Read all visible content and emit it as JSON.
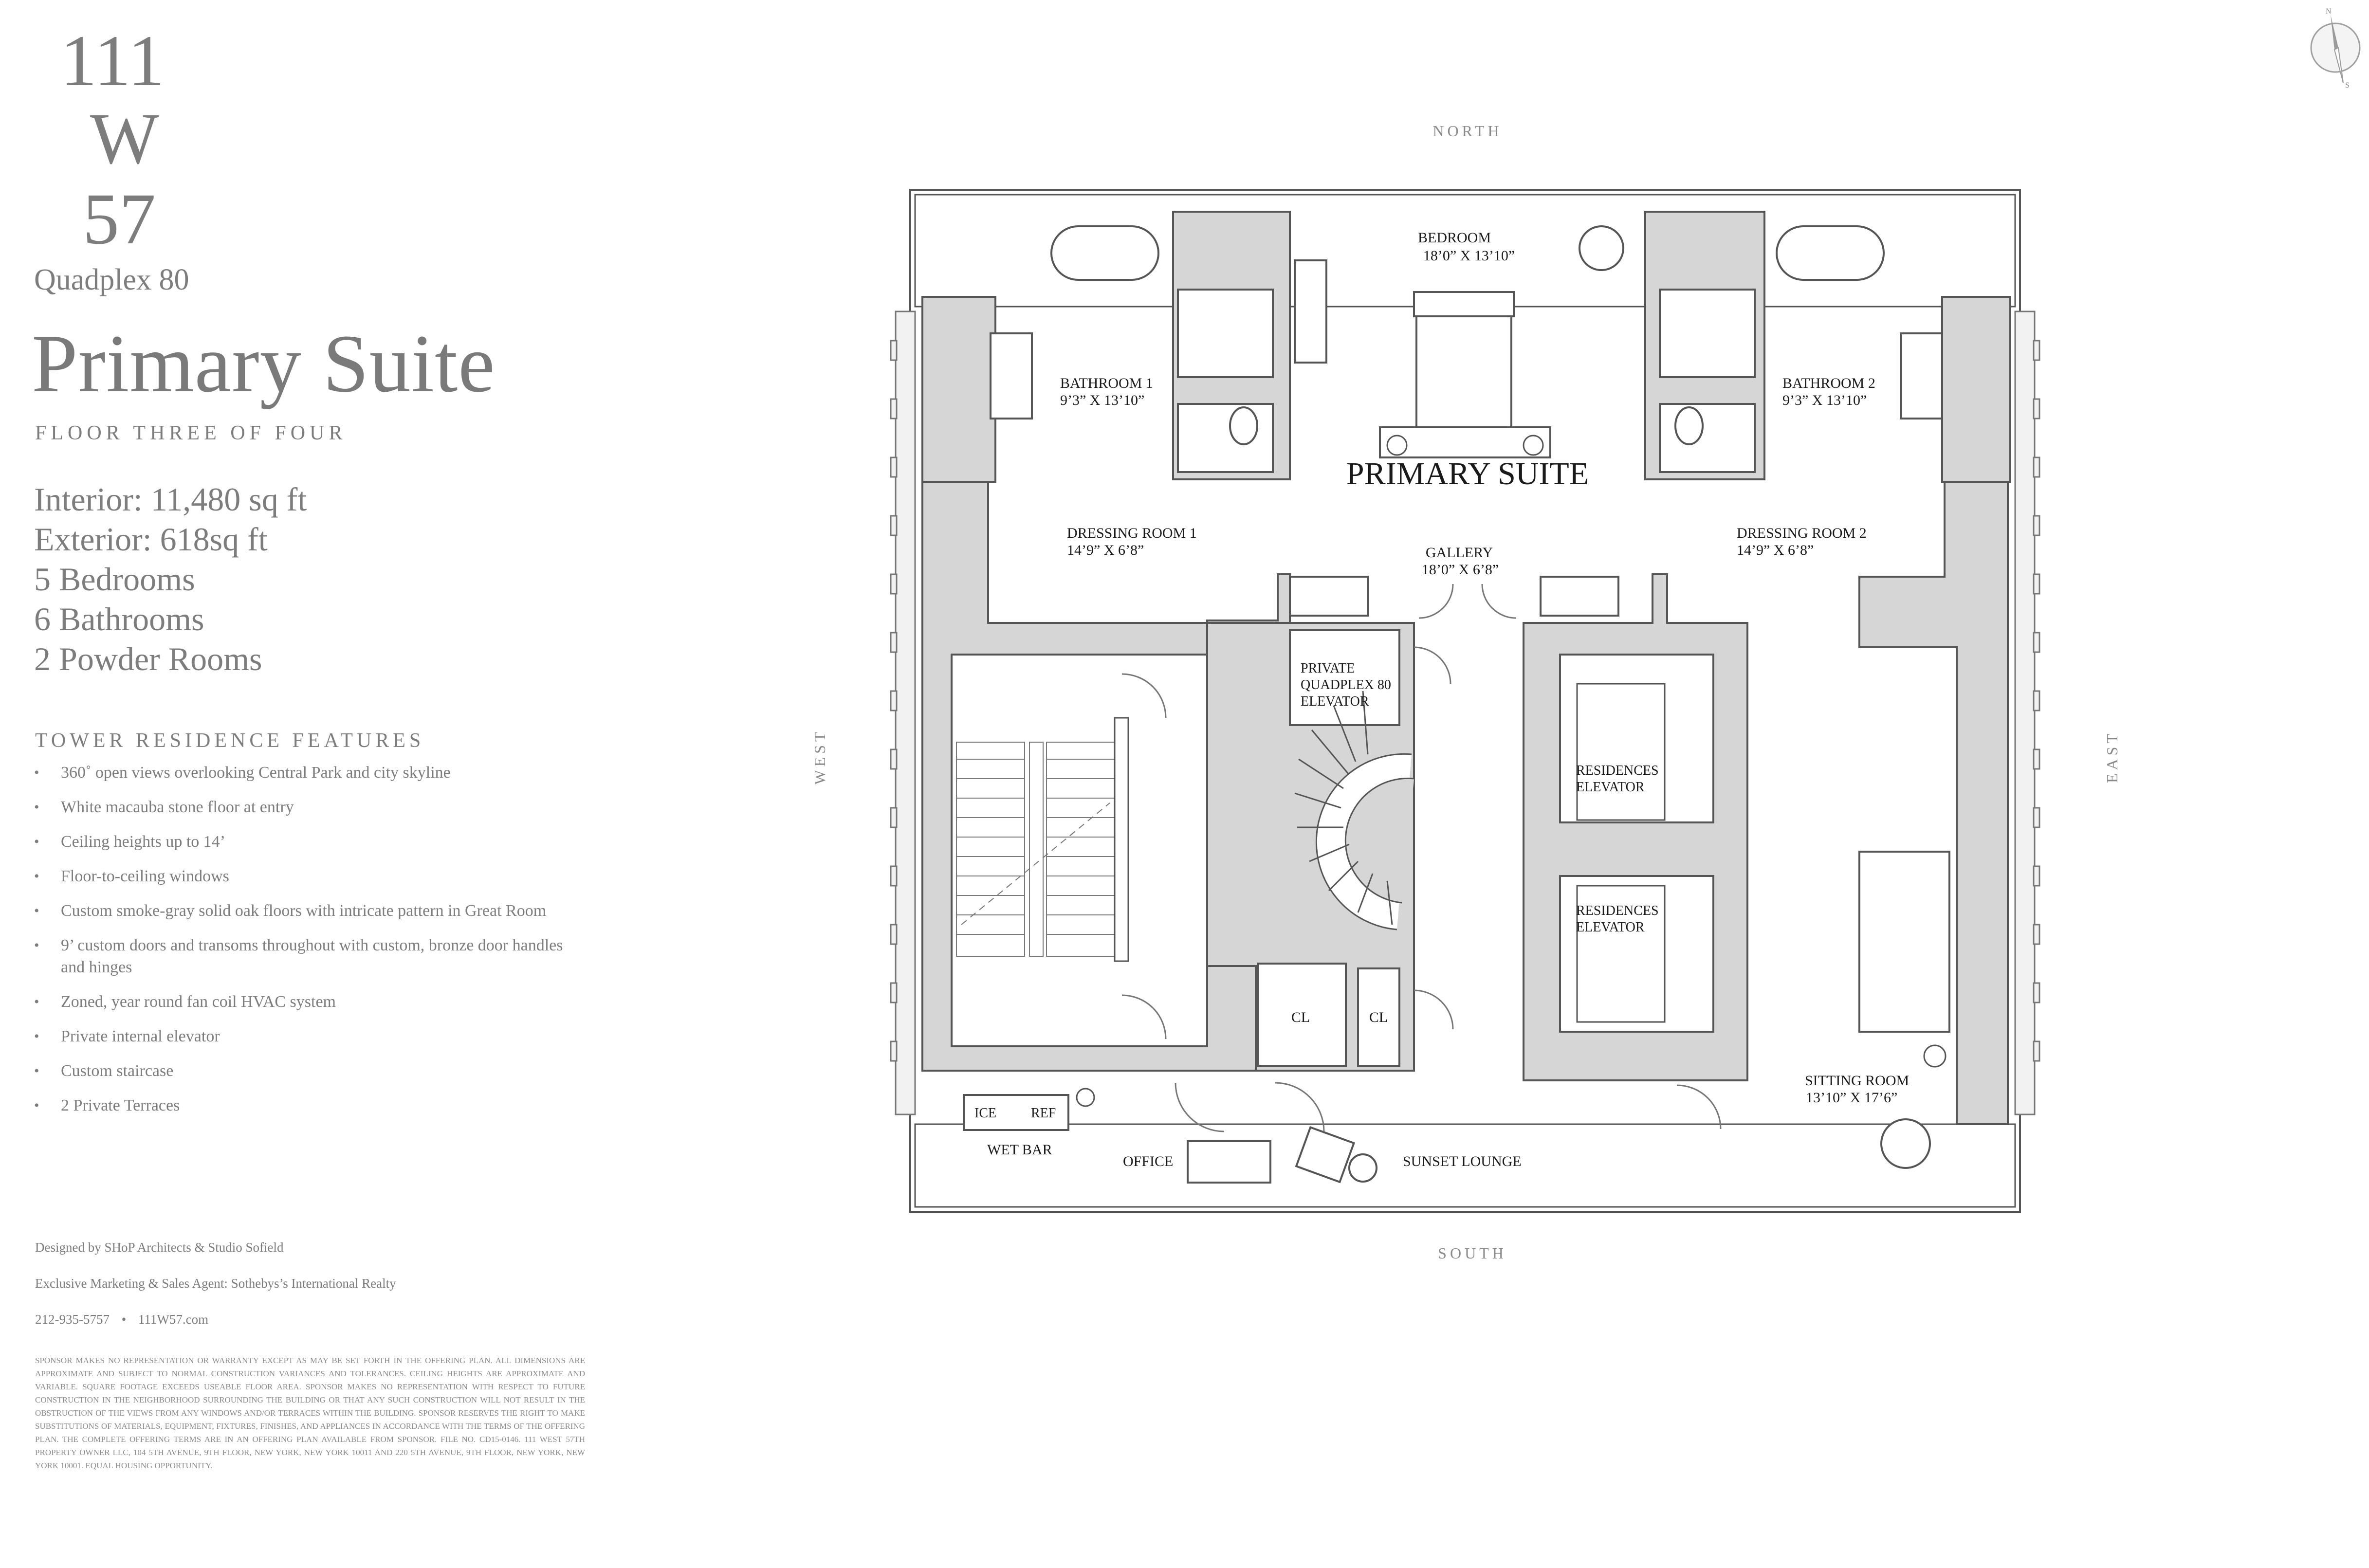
{
  "logo": {
    "line1": "111",
    "line2": "W",
    "line3": "57"
  },
  "residence": "Quadplex 80",
  "title": "Primary Suite",
  "floor_label": "FLOOR THREE OF FOUR",
  "stats": [
    "Interior: 11,480 sq ft",
    "Exterior: 618sq ft",
    "5 Bedrooms",
    "6 Bathrooms",
    "2 Powder Rooms"
  ],
  "features_heading": "TOWER RESIDENCE FEATURES",
  "features": [
    "360˚ open views overlooking Central Park and city skyline",
    "White macauba stone floor at entry",
    "Ceiling heights up to 14’",
    "Floor-to-ceiling windows",
    "Custom smoke-gray solid oak floors with intricate pattern in Great Room",
    "9’ custom doors and transoms throughout with custom, bronze door handles and hinges",
    "Zoned, year round fan coil HVAC system",
    "Private internal elevator",
    "Custom staircase",
    "2 Private Terraces"
  ],
  "credits": {
    "designer": "Designed by SHoP Architects & Studio Sofield",
    "agent": "Exclusive Marketing & Sales Agent: Sothebys’s International Realty",
    "phone": "212-935-5757",
    "separator": "•",
    "website": "111W57.com"
  },
  "disclaimer": "SPONSOR MAKES NO REPRESENTATION OR WARRANTY EXCEPT AS MAY BE SET FORTH IN THE OFFERING PLAN. ALL DIMENSIONS ARE APPROXIMATE AND SUBJECT TO NORMAL CONSTRUCTION VARIANCES AND TOLERANCES. CEILING HEIGHTS ARE APPROXIMATE AND VARIABLE. SQUARE FOOTAGE EXCEEDS USEABLE FLOOR AREA. SPONSOR MAKES NO REPRESENTATION WITH RESPECT TO FUTURE CONSTRUCTION IN THE NEIGHBORHOOD SURROUNDING THE BUILDING OR THAT ANY SUCH CONSTRUCTION WILL NOT RESULT IN THE OBSTRUCTION OF THE VIEWS FROM ANY WINDOWS AND/OR TERRACES WITHIN THE BUILDING. SPONSOR RESERVES THE RIGHT TO MAKE SUBSTITUTIONS OF MATERIALS, EQUIPMENT, FIXTURES, FINISHES, AND APPLIANCES IN ACCORDANCE WITH THE TERMS OF THE OFFERING PLAN. THE COMPLETE OFFERING TERMS ARE IN AN OFFERING PLAN AVAILABLE FROM SPONSOR. FILE NO. CD15-0146. 111 WEST 57TH PROPERTY OWNER LLC, 104 5TH AVENUE, 9TH FLOOR, NEW YORK, NEW YORK 10011 AND 220 5TH AVENUE, 9TH FLOOR, NEW YORK, NEW YORK 10001. EQUAL HOUSING OPPORTUNITY.",
  "compass": {
    "n": "N",
    "s": "S"
  },
  "plan": {
    "directions": {
      "north": "NORTH",
      "south": "SOUTH",
      "west": "WEST",
      "east": "EAST"
    },
    "main_label": "PRIMARY SUITE",
    "rooms": {
      "bedroom": {
        "name": "BEDROOM",
        "dims": "18’0” X 13’10”"
      },
      "bath1": {
        "name": "BATHROOM 1",
        "dims": "9’3” X 13’10”"
      },
      "bath2": {
        "name": "BATHROOM 2",
        "dims": "9’3” X 13’10”"
      },
      "dress1": {
        "name": "DRESSING ROOM 1",
        "dims": "14’9” X 6’8”"
      },
      "dress2": {
        "name": "DRESSING ROOM 2",
        "dims": "14’9” X 6’8”"
      },
      "gallery": {
        "name": "GALLERY",
        "dims": "18’0” X 6’8”"
      },
      "private_elev": {
        "l1": "PRIVATE",
        "l2": "QUADPLEX 80",
        "l3": "ELEVATOR"
      },
      "res_elev1": {
        "l1": "RESIDENCES",
        "l2": "ELEVATOR"
      },
      "res_elev2": {
        "l1": "RESIDENCES",
        "l2": "ELEVATOR"
      },
      "cl1": "CL",
      "cl2": "CL",
      "ice": "ICE",
      "ref": "REF",
      "wet_bar": "WET BAR",
      "office": "OFFICE",
      "sunset": "SUNSET LOUNGE",
      "sitting": {
        "name": "SITTING ROOM",
        "dims": "13’10” X 17’6”"
      }
    }
  }
}
